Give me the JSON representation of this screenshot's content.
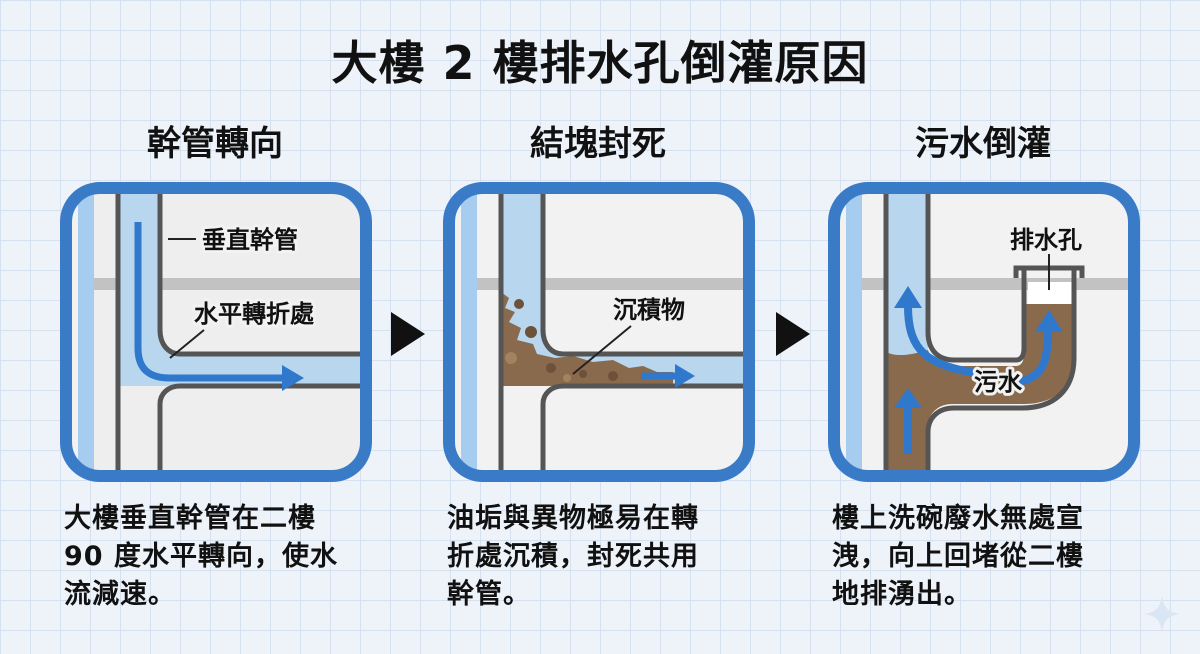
{
  "title": "大樓 2 樓排水孔倒灌原因",
  "panels": [
    {
      "heading": "幹管轉向",
      "labels": {
        "vertical": "垂直幹管",
        "bend": "水平轉折處"
      },
      "caption": [
        "大樓垂直幹管在二樓",
        "90 度水平轉向，使水",
        "流減速。"
      ]
    },
    {
      "heading": "結塊封死",
      "labels": {
        "sediment": "沉積物"
      },
      "caption": [
        "油垢與異物極易在轉",
        "折處沉積，封死共用",
        "幹管。"
      ]
    },
    {
      "heading": "污水倒灌",
      "labels": {
        "drain": "排水孔",
        "sewage": "污水"
      },
      "caption": [
        "樓上洗碗廢水無處宣",
        "洩，向上回堵從二樓",
        "地排湧出。"
      ]
    }
  ],
  "colors": {
    "frame": "#3a7bc8",
    "pipe_water": "#b8d6ee",
    "arrow": "#2f78cc",
    "sludge": "#8a6a4c",
    "panel_bg": "#f2f2f2",
    "pipe_wall": "#555555",
    "floor_line": "#c2c2c2"
  },
  "icons": {
    "next": "right-triangle-icon",
    "decor": "sparkle-icon"
  }
}
